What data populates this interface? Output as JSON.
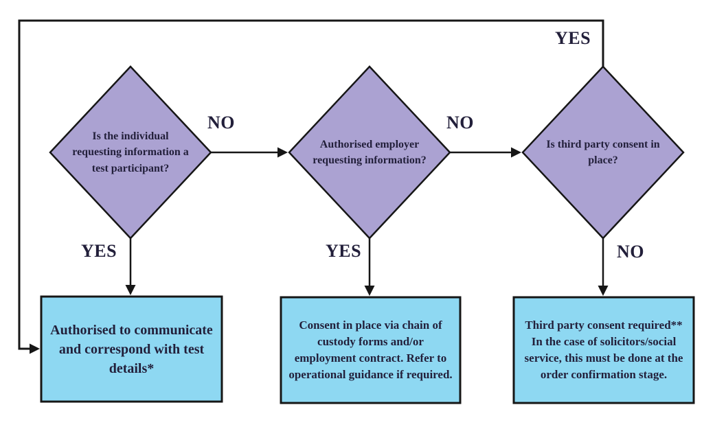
{
  "diagram": {
    "colors": {
      "diamond_fill": "#aba2d2",
      "outcome_fill": "#8ed8f2",
      "shape_stroke": "#161616",
      "line_color": "#161616",
      "text_color": "#221f3a",
      "background": "#ffffff"
    },
    "decisions": [
      {
        "label": "Is the individual requesting information a test participant?"
      },
      {
        "label": "Authorised employer requesting information?"
      },
      {
        "label": "Is third party consent in place?"
      }
    ],
    "outcomes": [
      {
        "label": "Authorised to communicate and correspond with test details*"
      },
      {
        "label": "Consent in place via chain of custody forms and/or employment contract. Refer to operational guidance if required."
      },
      {
        "label": "Third party consent required** In the case of solicitors/social service, this must be done at the order confirmation stage."
      }
    ],
    "edges": {
      "d1_no": "NO",
      "d2_no": "NO",
      "d3_yes": "YES",
      "d1_yes": "YES",
      "d2_yes": "YES",
      "d3_no": "NO"
    }
  }
}
